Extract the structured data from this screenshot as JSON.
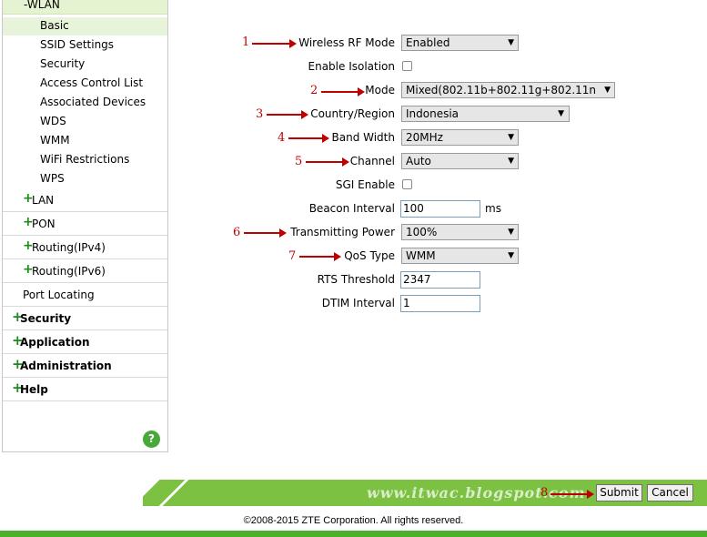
{
  "sidebar": {
    "wlan_label": "-WLAN",
    "wlan_items": [
      "Basic",
      "SSID Settings",
      "Security",
      "Access Control List",
      "Associated Devices",
      "WDS",
      "WMM",
      "WiFi Restrictions",
      "WPS"
    ],
    "lan": "LAN",
    "pon": "PON",
    "routing_ipv4": "Routing(IPv4)",
    "routing_ipv6": "Routing(IPv6)",
    "port_locating": "Port Locating",
    "security": "Security",
    "application": "Application",
    "administration": "Administration",
    "help": "Help",
    "plus": "+",
    "help_icon": "?"
  },
  "form": {
    "wireless_rf_mode": {
      "label": "Wireless RF Mode",
      "value": "Enabled"
    },
    "enable_isolation": {
      "label": "Enable Isolation",
      "checked": false
    },
    "mode": {
      "label": "Mode",
      "value": "Mixed(802.11b+802.11g+802.11n"
    },
    "country_region": {
      "label": "Country/Region",
      "value": "Indonesia"
    },
    "band_width": {
      "label": "Band Width",
      "value": "20MHz"
    },
    "channel": {
      "label": "Channel",
      "value": "Auto"
    },
    "sgi_enable": {
      "label": "SGI Enable",
      "checked": false
    },
    "beacon_interval": {
      "label": "Beacon Interval",
      "value": "100",
      "unit": "ms"
    },
    "transmitting_power": {
      "label": "Transmitting Power",
      "value": "100%"
    },
    "qos_type": {
      "label": "QoS Type",
      "value": "WMM"
    },
    "rts_threshold": {
      "label": "RTS Threshold",
      "value": "2347"
    },
    "dtim_interval": {
      "label": "DTIM Interval",
      "value": "1"
    },
    "caret": "▼"
  },
  "annotations": [
    "1",
    "2",
    "3",
    "4",
    "5",
    "6",
    "7",
    "8"
  ],
  "footer": {
    "watermark": "www.itwac.blogspot.com",
    "submit": "Submit",
    "cancel": "Cancel",
    "copyright": "©2008-2015 ZTE Corporation. All rights reserved."
  },
  "colors": {
    "accent_green": "#7cc142",
    "annotation_red": "#c00000"
  }
}
